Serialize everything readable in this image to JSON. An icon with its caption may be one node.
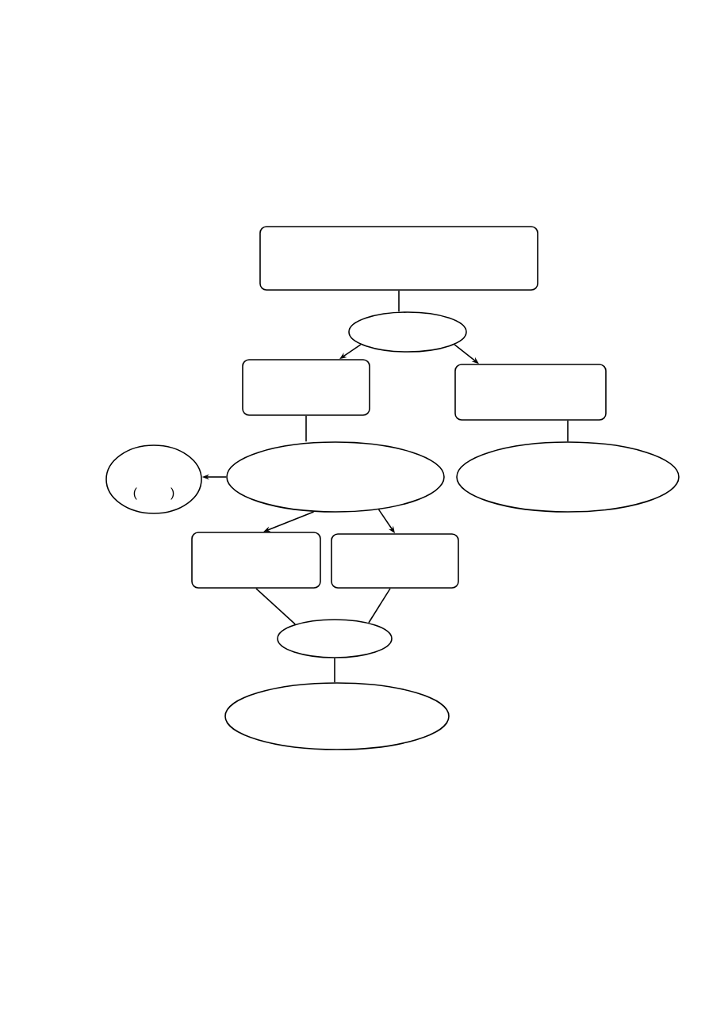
{
  "diagram": {
    "nodes": [
      {
        "text": [],
        "shape": "box"
      },
      {
        "text": [],
        "shape": "ellipse"
      },
      {
        "text": [],
        "shape": "box"
      },
      {
        "text": [],
        "shape": "box"
      },
      {
        "text": [
          "( )"
        ]
      },
      {
        "text": [],
        "shape": "ellipse"
      },
      {
        "text": [],
        "shape": "ellipse"
      },
      {
        "text": [],
        "shape": "box"
      },
      {
        "text": [],
        "shape": "box"
      },
      {
        "text": [],
        "shape": "ellipse"
      },
      {
        "text": [],
        "shape": "ellipse"
      }
    ],
    "edges": [
      {
        "from": 0,
        "to": 1,
        "arrow": "none"
      },
      {
        "from": 1,
        "to": 2,
        "arrow": "to"
      },
      {
        "from": 1,
        "to": 3,
        "arrow": "to"
      },
      {
        "from": 2,
        "to": 5,
        "arrow": "none"
      },
      {
        "from": 3,
        "to": 6,
        "arrow": "none"
      },
      {
        "from": 5,
        "to": 4,
        "arrow": "to"
      },
      {
        "from": 5,
        "to": 7,
        "arrow": "to"
      },
      {
        "from": 5,
        "to": 8,
        "arrow": "to"
      },
      {
        "from": 7,
        "to": 9,
        "arrow": "none"
      },
      {
        "from": 8,
        "to": 9,
        "arrow": "none"
      },
      {
        "from": 9,
        "to": 10,
        "arrow": "none"
      }
    ]
  }
}
